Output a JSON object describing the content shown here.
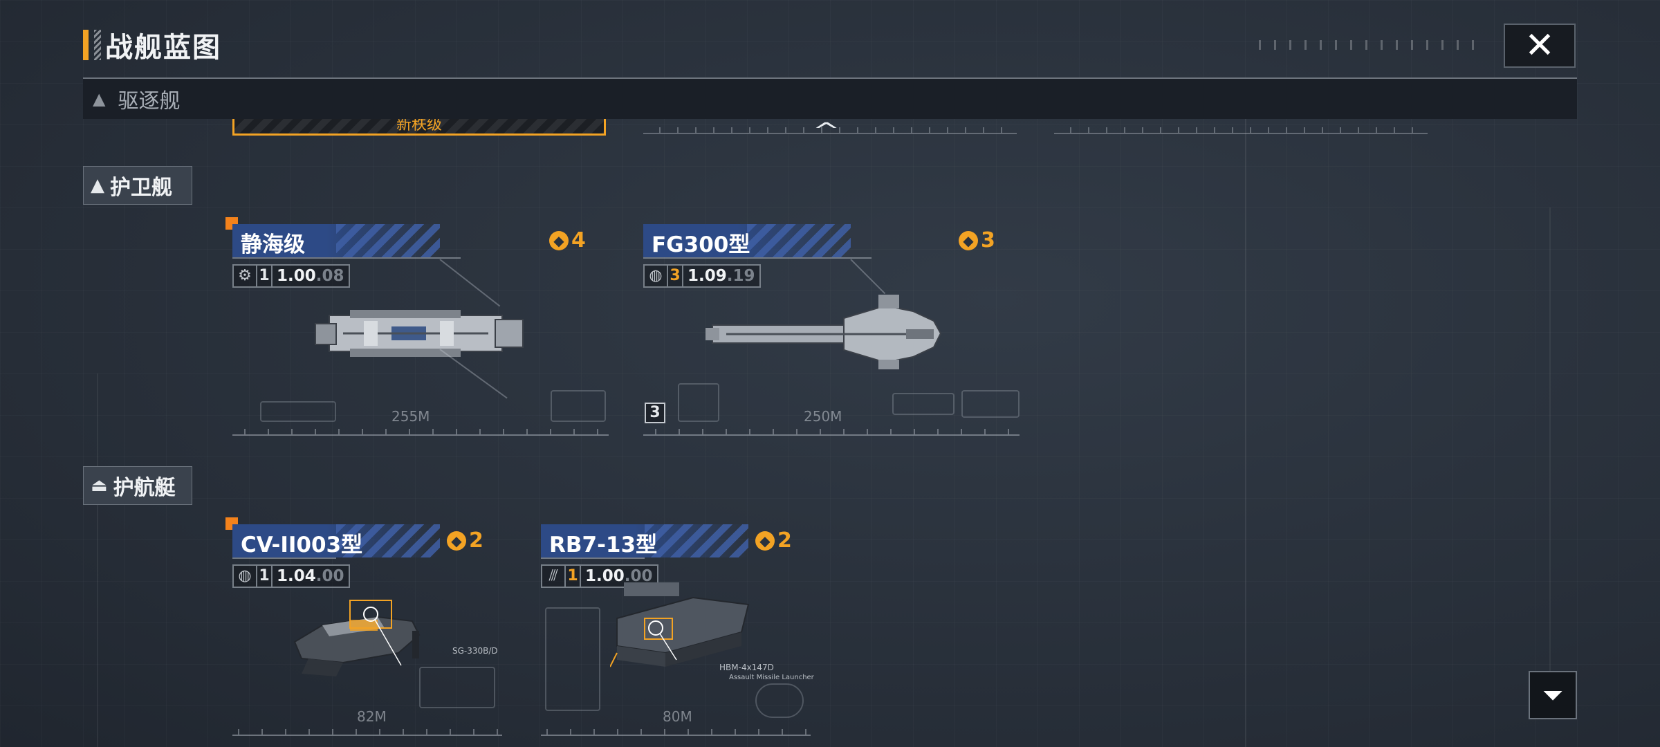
{
  "header": {
    "title": "战舰蓝图",
    "close_icon": "close-icon",
    "close_glyph": "✕"
  },
  "sticky_category": {
    "label": "驱逐舰",
    "icon": "destroyer-class-icon",
    "glyph": "▲",
    "scroll_up_glyph": "^"
  },
  "partial_card": {
    "label": "新秩级"
  },
  "categories": [
    {
      "label": "护卫舰",
      "icon": "frigate-class-icon",
      "glyph": "▲",
      "ships": [
        {
          "name": "静海级",
          "cost": "4",
          "tier": "1",
          "version_main": "1.00",
          "version_sub": ".08",
          "type_icon": "ship-type-icon",
          "type_glyph": "⚙",
          "length": "255M",
          "new": true
        },
        {
          "name": "FG300型",
          "cost": "3",
          "tier": "3",
          "version_main": "1.09",
          "version_sub": ".19",
          "type_icon": "globe-icon",
          "type_glyph": "◍",
          "length": "250M",
          "level": "3",
          "new": false
        }
      ]
    },
    {
      "label": "护航艇",
      "icon": "escort-class-icon",
      "glyph": "⏏",
      "ships": [
        {
          "name": "CV-II003型",
          "cost": "2",
          "tier": "1",
          "version_main": "1.04",
          "version_sub": ".00",
          "type_icon": "globe-icon",
          "type_glyph": "◍",
          "length": "82M",
          "callout": "SG-330B/D",
          "new": true
        },
        {
          "name": "RB7-13型",
          "cost": "2",
          "tier": "1",
          "version_main": "1.00",
          "version_sub": ".00",
          "type_icon": "faction-icon",
          "type_glyph": "⫻",
          "length": "80M",
          "callout": "HBM-4x147D",
          "callout_sub": "Assault Missile Launcher",
          "new": false
        }
      ]
    }
  ],
  "filter": {
    "icon": "filter-icon",
    "glyph": "⏷"
  },
  "colors": {
    "accent": "#f3a324",
    "new_marker": "#f3821c",
    "name_plate": "#2d4a86",
    "background": "#2a323d"
  }
}
